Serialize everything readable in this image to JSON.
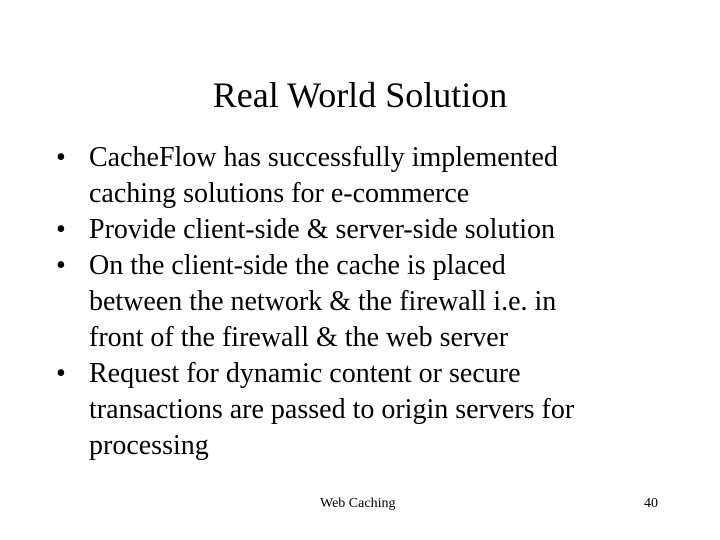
{
  "slide": {
    "title": "Real World Solution",
    "bullet_marker": "•",
    "bullets": [
      {
        "lines": [
          "CacheFlow has successfully implemented",
          "caching solutions for e-commerce"
        ]
      },
      {
        "lines": [
          "Provide client-side & server-side solution"
        ]
      },
      {
        "lines": [
          "On the client-side  the cache is placed",
          "between the network & the firewall i.e. in",
          "front of the firewall & the web server"
        ]
      },
      {
        "lines": [
          "Request for dynamic content or secure",
          "transactions are passed to origin servers for",
          "processing"
        ]
      }
    ],
    "footer": {
      "center_text": "Web  Caching",
      "page_number": "40"
    }
  }
}
